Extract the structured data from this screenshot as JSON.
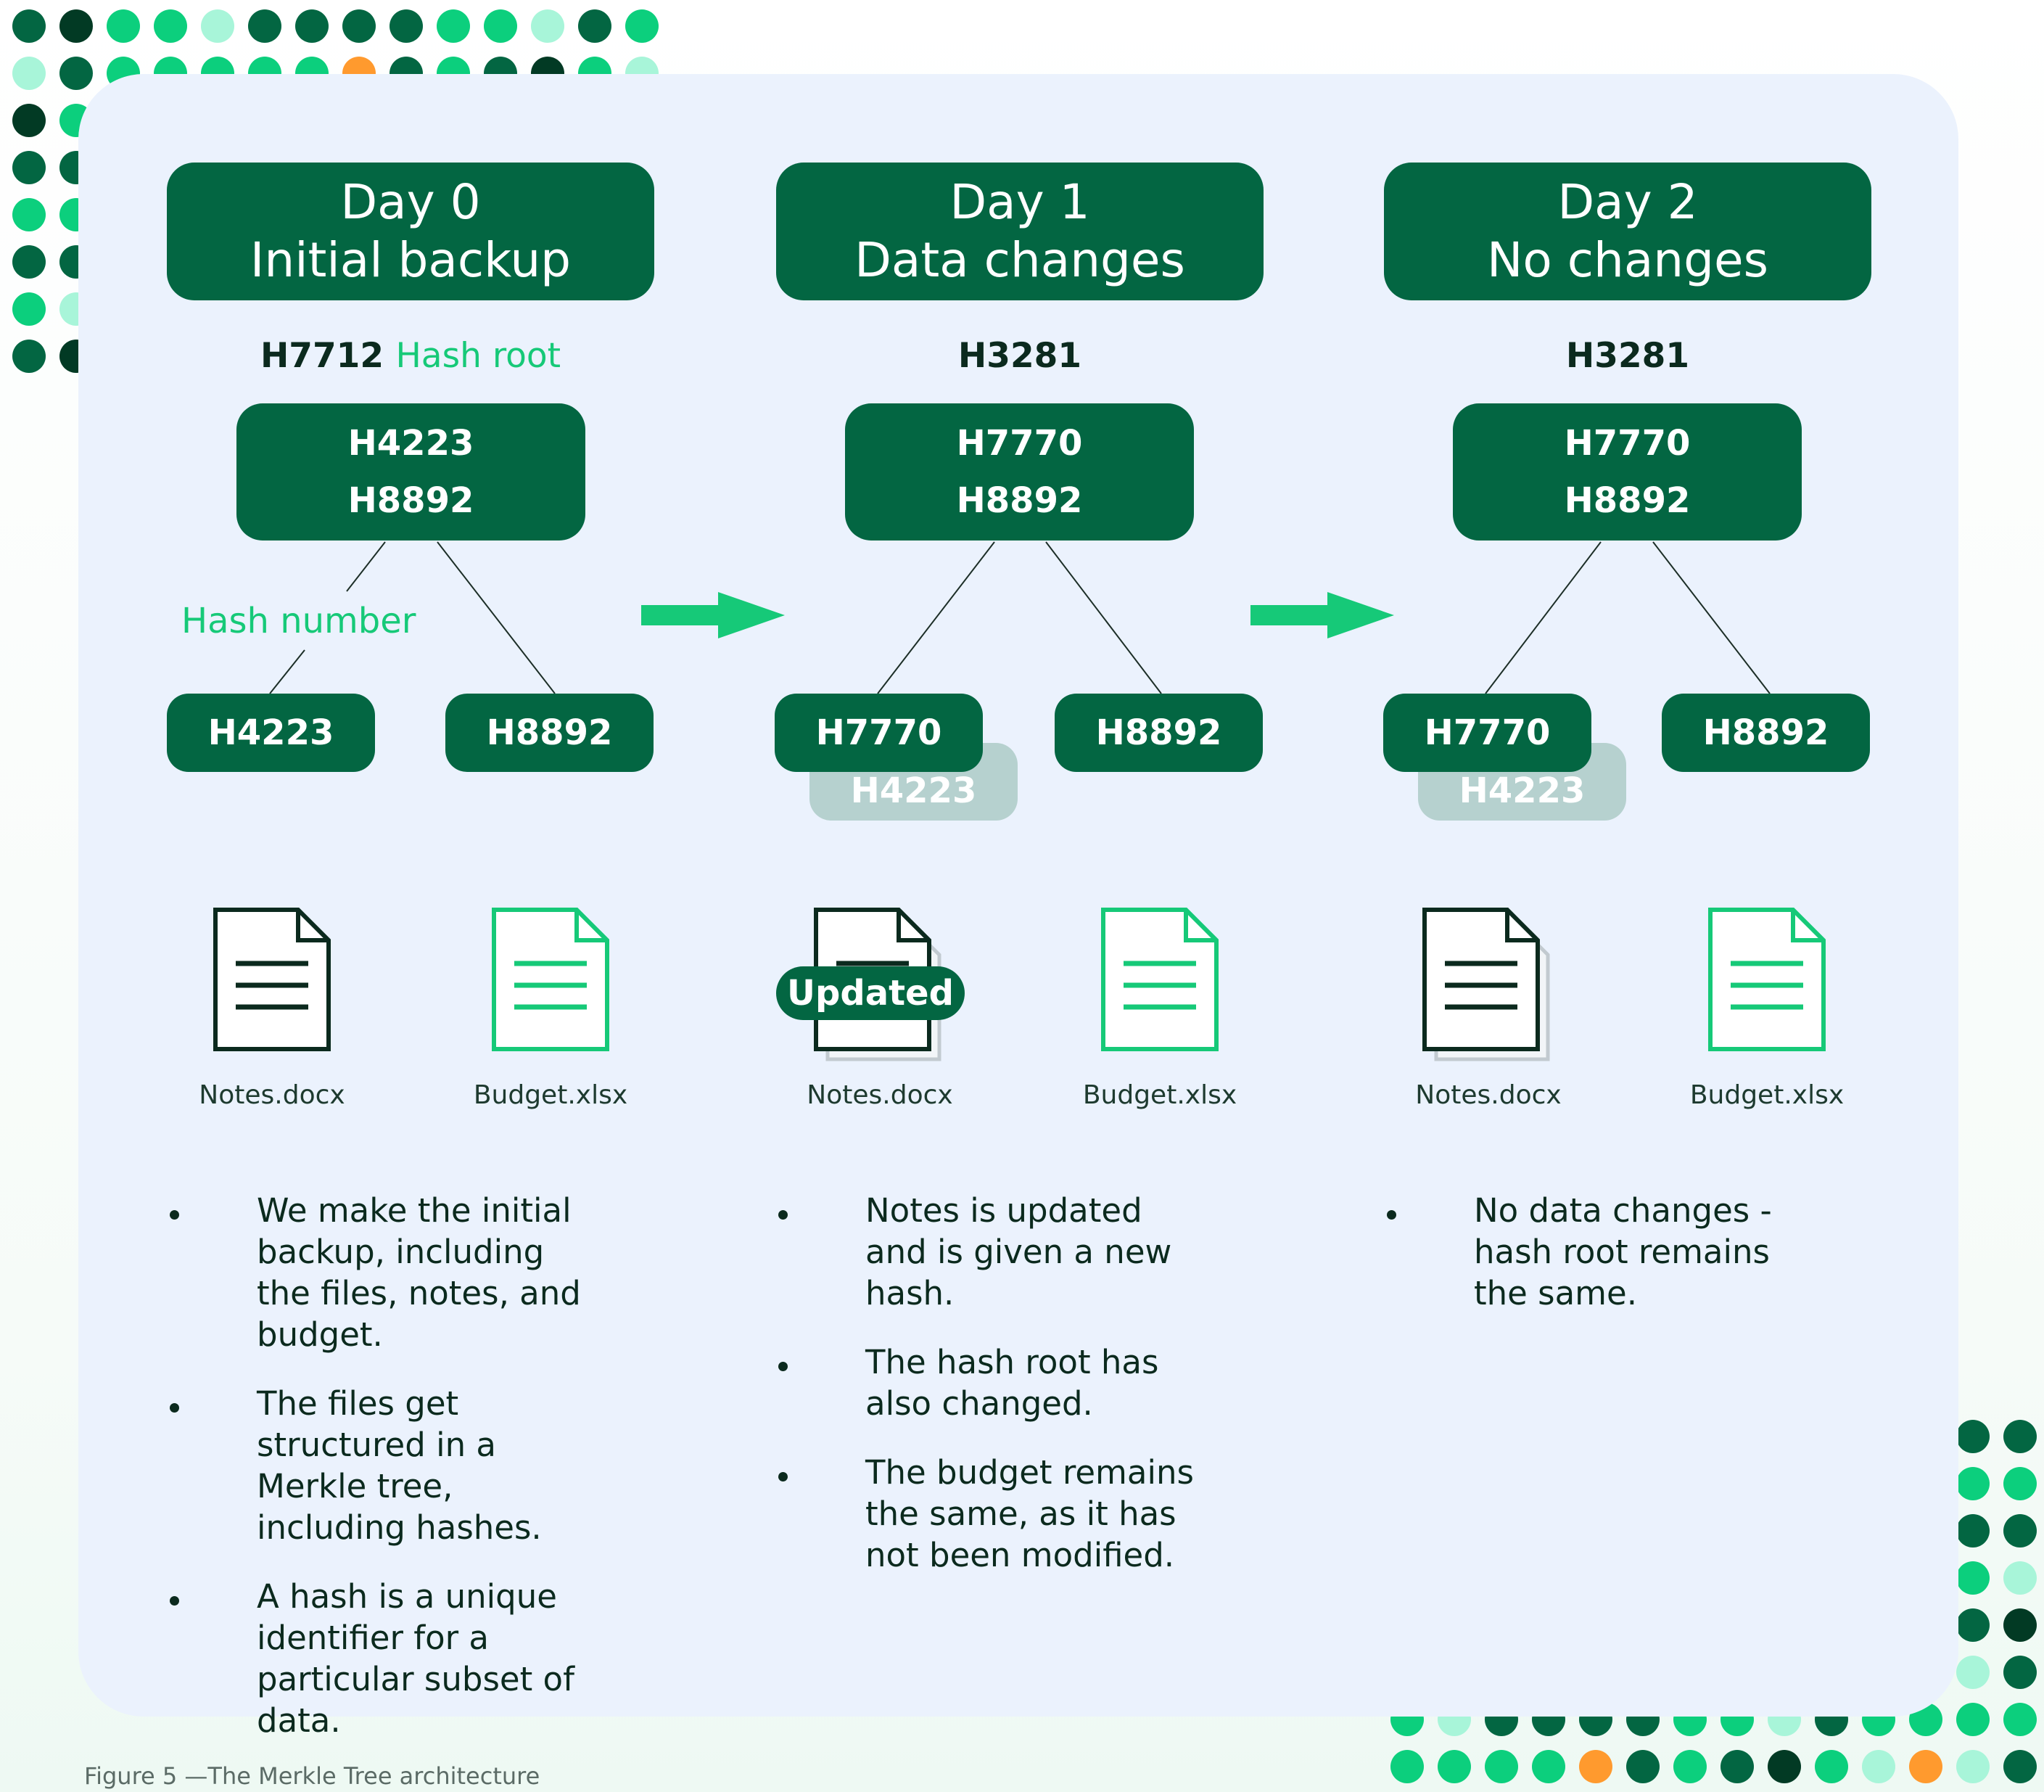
{
  "colors": {
    "dark_green": "#036642",
    "bright_green": "#16c978",
    "panel": "#ebf2fd",
    "ghost": "#b6d1cf",
    "text": "#0b2a1e",
    "dot_palette": [
      "#036642",
      "#0ccf7d",
      "#a8f5d9",
      "#023a24",
      "#ff9a2e"
    ]
  },
  "days": [
    {
      "header_line1": "Day 0",
      "header_line2": "Initial backup",
      "root_hash": "H7712",
      "root_note": "Hash root",
      "parent": [
        "H4223",
        "H8892"
      ],
      "leaves": [
        "H4223",
        "H8892"
      ],
      "ghost_leaf": null,
      "link_note": "Hash number",
      "files": [
        {
          "name": "Notes.docx",
          "icon": "document-icon",
          "color": "#0b2a1e"
        },
        {
          "name": "Budget.xlsx",
          "icon": "spreadsheet-icon",
          "color": "#16c978"
        }
      ],
      "bullets": [
        "We make the initial backup, including the files, notes, and budget.",
        "The files get structured in a Merkle tree, including hashes.",
        "A hash is a unique identifier for a particular subset of data."
      ]
    },
    {
      "header_line1": "Day 1",
      "header_line2": "Data changes",
      "root_hash": "H3281",
      "parent": [
        "H7770",
        "H8892"
      ],
      "leaves": [
        "H7770",
        "H8892"
      ],
      "ghost_leaf": "H4223",
      "badge": "Updated",
      "files": [
        {
          "name": "Notes.docx",
          "icon": "document-icon",
          "color": "#0b2a1e"
        },
        {
          "name": "Budget.xlsx",
          "icon": "spreadsheet-icon",
          "color": "#16c978"
        }
      ],
      "bullets": [
        "Notes is updated and is given a new hash.",
        "The hash root has also changed.",
        "The budget remains the same, as it has not been modified."
      ]
    },
    {
      "header_line1": "Day 2",
      "header_line2": "No changes",
      "root_hash": "H3281",
      "parent": [
        "H7770",
        "H8892"
      ],
      "leaves": [
        "H7770",
        "H8892"
      ],
      "ghost_leaf": "H4223",
      "files": [
        {
          "name": "Notes.docx",
          "icon": "document-icon",
          "color": "#0b2a1e"
        },
        {
          "name": "Budget.xlsx",
          "icon": "spreadsheet-icon",
          "color": "#16c978"
        }
      ],
      "bullets": [
        "No data changes - hash root remains the same."
      ]
    }
  ],
  "caption": "Figure 5 —The Merkle Tree architecture"
}
